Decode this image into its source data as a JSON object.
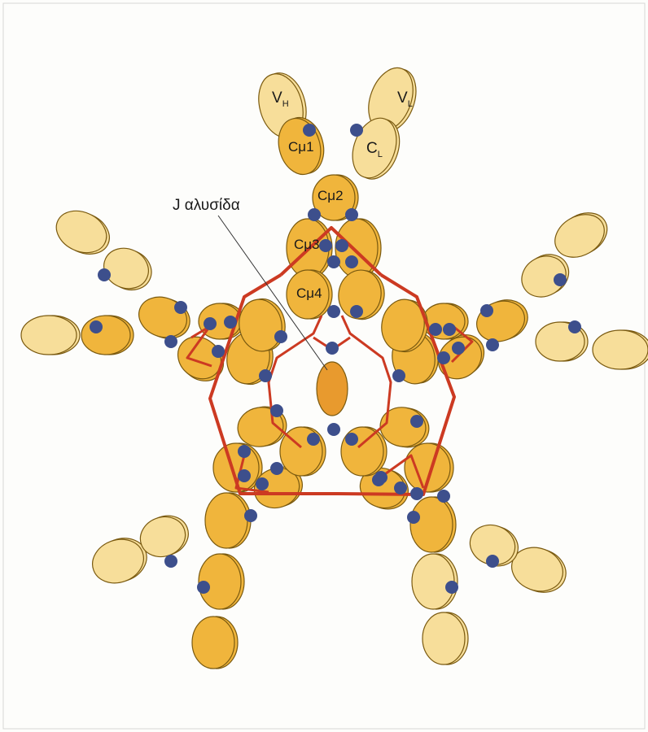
{
  "labels": {
    "vh": "V",
    "vh_sub": "H",
    "vl": "V",
    "vl_sub": "L",
    "cl": "C",
    "cl_sub": "L",
    "cmu1": "Cμ1",
    "cmu2": "Cμ2",
    "cmu3": "Cμ3",
    "cmu4": "Cμ4",
    "j_chain": "J αλυσίδα"
  },
  "colors": {
    "heavy_domain": "#f0b53c",
    "light_domain": "#f7de9a",
    "glycan": "#3d4f8c",
    "disulfide": "#cc3a22",
    "j_chain": "#e89a2e",
    "outline": "#7a5a10"
  }
}
